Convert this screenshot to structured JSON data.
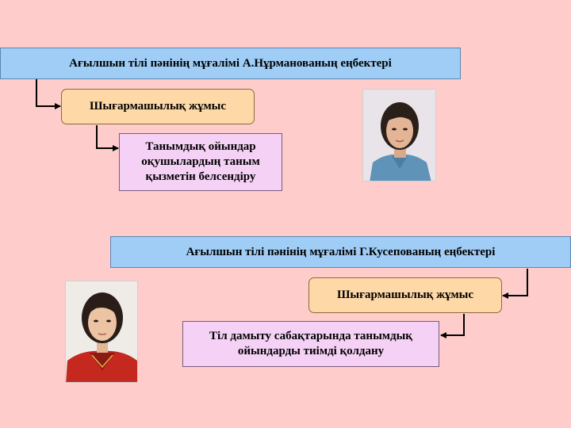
{
  "section1": {
    "title": "Ағылшын тілі пәнінің мұғалімі А.Нұрманованың еңбектері",
    "category": "Шығармашылық жұмыс",
    "work_lines": [
      "Танымдық ойындар",
      "оқушылардың таным",
      "қызметін белсендіру"
    ]
  },
  "section2": {
    "title": "Ағылшын тілі пәнінің мұғалімі Г.Кусепованың еңбектері",
    "category": "Шығармашылық жұмыс",
    "work_lines": [
      "Тіл дамыту сабақтарында танымдық",
      "ойындарды тиімді қолдану"
    ]
  },
  "colors": {
    "background": "#ffcccc",
    "title_box": "#9fcdf5",
    "category_box": "#ffd8a8",
    "work_box": "#f5d2f5"
  }
}
